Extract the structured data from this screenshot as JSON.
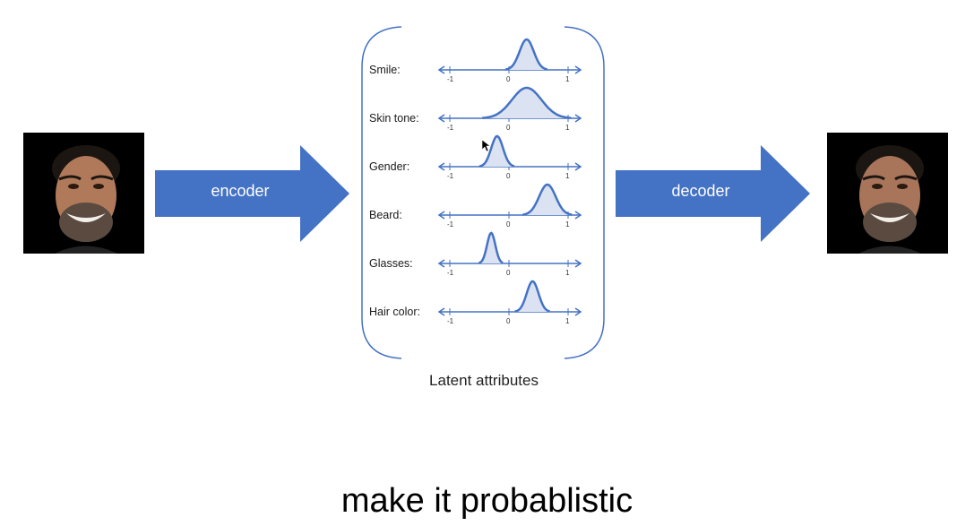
{
  "encoder_label": "encoder",
  "decoder_label": "decoder",
  "caption": "Latent attributes",
  "subtitle": "make it probablistic",
  "accent_color": "#4472c4",
  "tick_labels": [
    "-1",
    "0",
    "1"
  ],
  "attributes": [
    {
      "label": "Smile:",
      "mean": 0.3,
      "spread": 0.12
    },
    {
      "label": "Skin tone:",
      "mean": 0.3,
      "spread": 0.25
    },
    {
      "label": "Gender:",
      "mean": -0.2,
      "spread": 0.1
    },
    {
      "label": "Beard:",
      "mean": 0.65,
      "spread": 0.14
    },
    {
      "label": "Glasses:",
      "mean": -0.3,
      "spread": 0.07
    },
    {
      "label": "Hair color:",
      "mean": 0.4,
      "spread": 0.1
    }
  ],
  "icons": {
    "input_face": "portrait-photo",
    "output_face": "portrait-photo",
    "cursor": "mouse-pointer-icon"
  }
}
